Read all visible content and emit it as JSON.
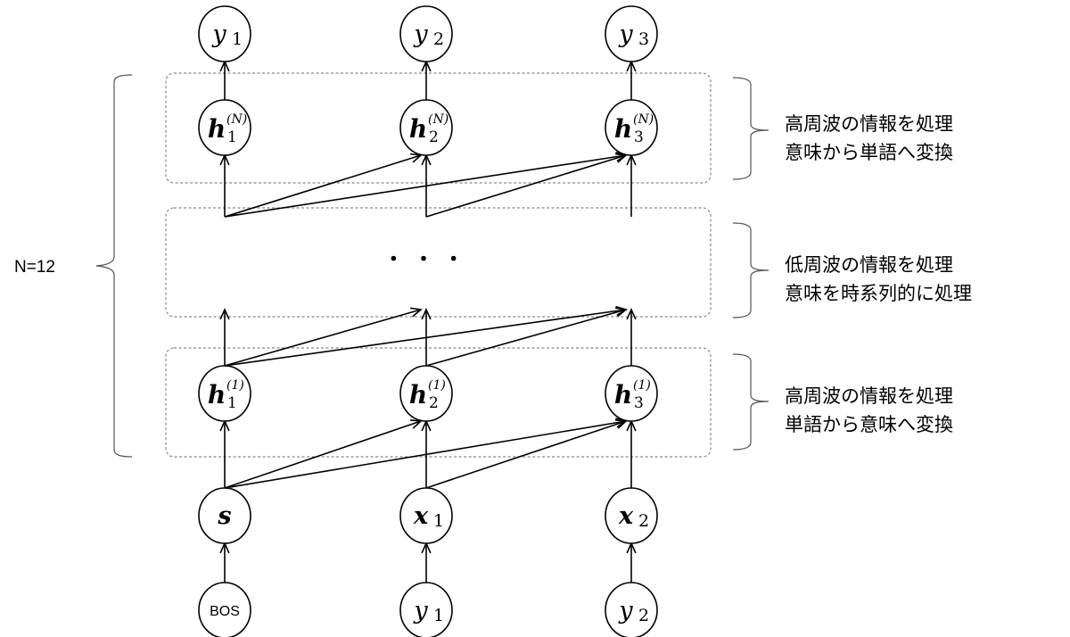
{
  "diagram": {
    "layers_label": "N=12",
    "ellipsis": "・ ・ ・",
    "output_nodes": [
      {
        "base": "y",
        "sub": "1"
      },
      {
        "base": "y",
        "sub": "2"
      },
      {
        "base": "y",
        "sub": "3"
      }
    ],
    "top_hidden_nodes": [
      {
        "base": "h",
        "sub": "1",
        "sup": "(N)"
      },
      {
        "base": "h",
        "sub": "2",
        "sup": "(N)"
      },
      {
        "base": "h",
        "sub": "3",
        "sup": "(N)"
      }
    ],
    "bottom_hidden_nodes": [
      {
        "base": "h",
        "sub": "1",
        "sup": "(1)"
      },
      {
        "base": "h",
        "sub": "2",
        "sup": "(1)"
      },
      {
        "base": "h",
        "sub": "3",
        "sup": "(1)"
      }
    ],
    "embedding_nodes": [
      {
        "base": "s",
        "sub": ""
      },
      {
        "base": "x",
        "sub": "1"
      },
      {
        "base": "x",
        "sub": "2"
      }
    ],
    "input_nodes": [
      {
        "label": "BOS"
      },
      {
        "base": "y",
        "sub": "1"
      },
      {
        "base": "y",
        "sub": "2"
      }
    ],
    "annotations": {
      "top": {
        "line1": "高周波の情報を処理",
        "line2": "意味から単語へ変換"
      },
      "middle": {
        "line1": "低周波の情報を処理",
        "line2": "意味を時系列的に処理"
      },
      "bottom": {
        "line1": "高周波の情報を処理",
        "line2": "単語から意味へ変換"
      }
    }
  }
}
